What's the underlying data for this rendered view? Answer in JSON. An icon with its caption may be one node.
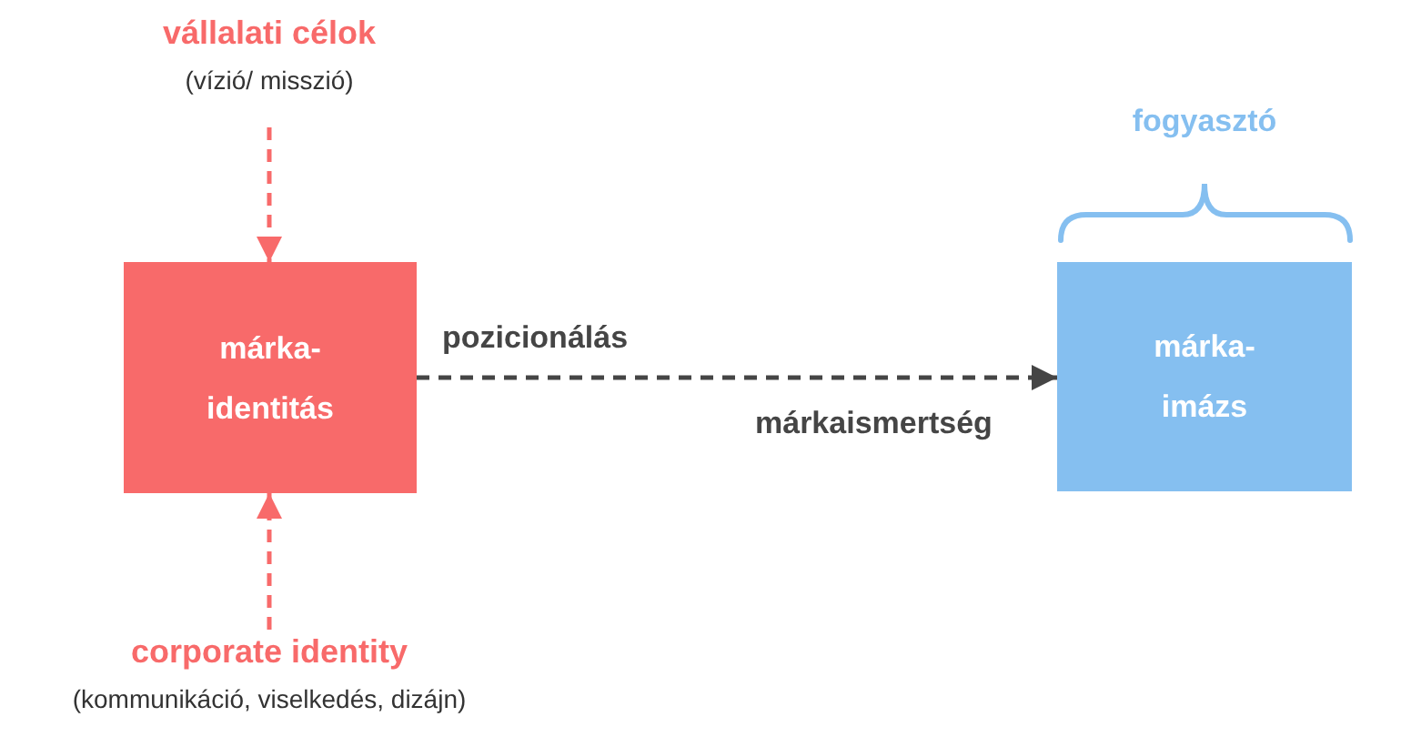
{
  "diagram": {
    "nodes": [
      {
        "text": [
          "vállalati célok",
          "(vízió/ misszió)"
        ]
      },
      {
        "text": [
          "márka- identitás"
        ]
      },
      {
        "text": [
          "márka- imázs"
        ],
        "beside": [
          "fogyasztó"
        ]
      },
      {
        "text": [
          "corporate identity",
          "(kommunikáció, viselkedés, dizájn)"
        ]
      }
    ],
    "edges": [
      {
        "from": 0,
        "to": 1,
        "arrow": "to",
        "style": "dashed"
      },
      {
        "from": 3,
        "to": 1,
        "arrow": "to",
        "style": "dashed"
      },
      {
        "from": 1,
        "to": 2,
        "arrow": "to",
        "style": "dashed",
        "color": "#454545",
        "label": "pozicionálás"
      }
    ],
    "labels": [
      "márkaismertség"
    ]
  }
}
